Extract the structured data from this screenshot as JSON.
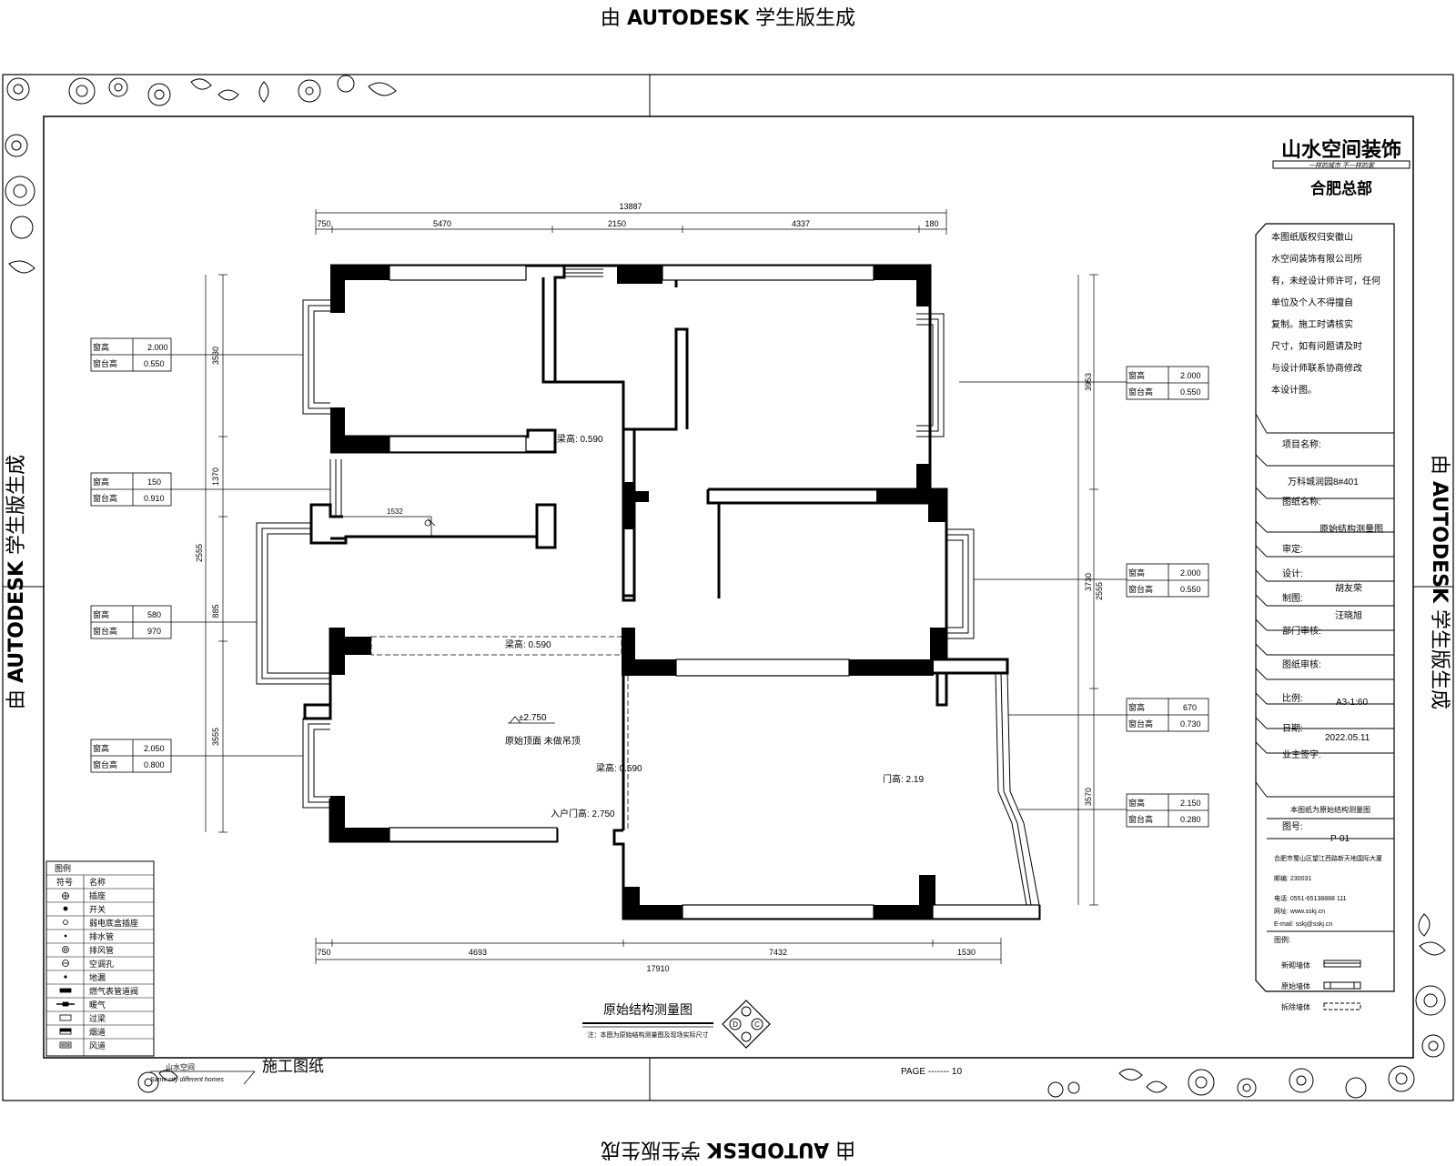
{
  "watermark": {
    "prefix": "由",
    "brand": "AUTODESK",
    "suffix": "学生版生成"
  },
  "company": {
    "name": "山水空间装饰",
    "slogan": "一样的城市 不一样的家",
    "branch": "合肥总部"
  },
  "notice": [
    "本图纸版权归安徽山",
    "水空间装饰有限公司所",
    "有，未经设计师许可，任何",
    "单位及个人不得擅自",
    "复制。施工时请核实",
    "尺寸，如有问题请及时",
    "与设计师联系协商修改",
    "本设计图。"
  ],
  "title_block": {
    "project_label": "项目名称:",
    "project_value": "万科城润园8#401",
    "drawing_name_label": "图纸名称:",
    "drawing_name_value": "原始结构测量图",
    "review_label": "审定:",
    "design_label": "设计:",
    "design_value": "胡友荣",
    "draw_label": "制图:",
    "draw_value": "汪晓旭",
    "dept_label": "部门审核:",
    "chief_label": "图纸审核:",
    "scale_label": "比例:",
    "scale_value": "A3-1:60",
    "date_label": "日期:",
    "date_value": "2022.05.11",
    "owner_label": "业主签字:",
    "note": "本图纸为原始结构测量图",
    "number_label": "图号:",
    "number_value": "P-01",
    "address": "合肥市蜀山区望江西路新天地国际大厦",
    "zip": "邮编: 230031",
    "tel": "电话: 0551-65138888 111",
    "web": "网址: www.sskj.cn",
    "email": "E-mail: sskj@sskj.cn",
    "legend_title": "图例:",
    "legend_items": [
      "新砌墙体",
      "原始墙体",
      "拆除墙体"
    ]
  },
  "drawing": {
    "title": "原始结构测量图",
    "subtitle": "注：本图为原始结构测量图及现场实际尺寸",
    "compass_letters": [
      "D",
      "C"
    ],
    "footer_label": "施工图纸",
    "footer_slogan": "Same city different homes",
    "footer_brand": "山水空间",
    "page_ref": "PAGE ------- 10",
    "dim_total_top": "13887",
    "dims_top": [
      "750",
      "5470",
      "2150",
      "4337",
      "180"
    ],
    "dims_bottom": [
      "750",
      "4693",
      "7432",
      "1530"
    ],
    "dim_total_bottom": "17910",
    "dims_left": [
      "3530",
      "1370",
      "2555",
      "885",
      "3555"
    ],
    "dims_right": [
      "3953",
      "3730",
      "3570",
      "2555"
    ],
    "inner_dim": "1532",
    "beam_labels": [
      "梁高: 0.590",
      "梁高: 0.590",
      "梁高: 0.590"
    ],
    "level_label": "±2.750",
    "ceiling_note": "原始顶面 未做吊顶",
    "door_entry": "入户门高: 2.750",
    "door_balcony": "门高: 2.19",
    "windows_left": [
      {
        "h1": "窗高",
        "v1": "2.000",
        "h2": "窗台高",
        "v2": "0.550"
      },
      {
        "h1": "窗高",
        "v1": "150",
        "h2": "窗台高",
        "v2": "0.910"
      },
      {
        "h1": "窗高",
        "v1": "580",
        "h2": "窗台高",
        "v2": "970"
      },
      {
        "h1": "窗高",
        "v1": "2.050",
        "h2": "窗台高",
        "v2": "0.800"
      }
    ],
    "windows_right": [
      {
        "h1": "窗高",
        "v1": "2.000",
        "h2": "窗台高",
        "v2": "0.550"
      },
      {
        "h1": "窗高",
        "v1": "2.000",
        "h2": "窗台高",
        "v2": "0.550"
      },
      {
        "h1": "窗高",
        "v1": "670",
        "h2": "窗台高",
        "v2": "0.730"
      },
      {
        "h1": "窗高",
        "v1": "2.150",
        "h2": "窗台高",
        "v2": "0.280"
      }
    ]
  },
  "legend": {
    "title": "图例",
    "header": [
      "符号",
      "名称"
    ],
    "items": [
      "插座",
      "开关",
      "弱电底盒插座",
      "排水管",
      "排风管",
      "空调孔",
      "地漏",
      "燃气表管道阀",
      "暖气",
      "过梁",
      "烟道",
      "风道"
    ]
  }
}
